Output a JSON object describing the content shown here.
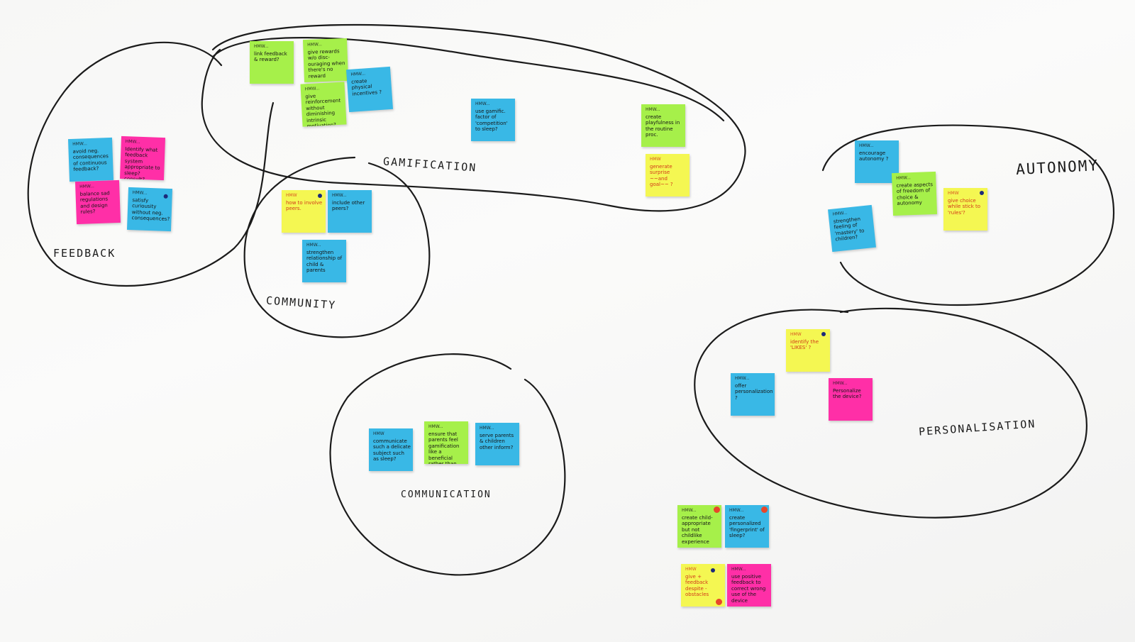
{
  "clusters": {
    "feedback": "FEEDBACK",
    "gamification": "GAMIFICATION",
    "community": "COMMUNITY",
    "autonomy": "AUTONOMY",
    "personalisation": "PERSONALISATION",
    "communication": "COMMUNICATION"
  },
  "notes": {
    "n1": {
      "hdr": "HMW...",
      "text": "link feedback & reward?"
    },
    "n2": {
      "hdr": "HMW...",
      "text": "give rewards w/o disc-ouraging when there's no reward"
    },
    "n3": {
      "hdr": "HMW...",
      "text": "create physical incentives ?"
    },
    "n4": {
      "hdr": "HMW...",
      "text": "give reinforcement without diminishing intrinsic motivation?"
    },
    "n5": {
      "hdr": "HMW...",
      "text": "use gamific. factor of 'competition' to sleep?"
    },
    "n6": {
      "hdr": "HMW...",
      "text": "create playfulness in the routine proc."
    },
    "n7": {
      "hdr": "HMW",
      "text": "generate surprise ~~and goal~~ ?"
    },
    "n8": {
      "hdr": "HMW...",
      "text": "avoid neg. consequences of continuous feedback?"
    },
    "n9": {
      "hdr": "HMW...",
      "text": "Identify what feedback system appropriate to sleep? consult?"
    },
    "n10": {
      "hdr": "HMW...",
      "text": "balance sad regulations and design rules?"
    },
    "n11": {
      "hdr": "HMW...",
      "text": "satisfy curiousity without neg. consequences?"
    },
    "n12": {
      "hdr": "HMW",
      "text": "how to involve peers."
    },
    "n13": {
      "hdr": "HMW...",
      "text": "include other peers?"
    },
    "n14": {
      "hdr": "HMW...",
      "text": "strengthen relationship of child & parents"
    },
    "n15": {
      "hdr": "HMW...",
      "text": "encourage autonomy ?"
    },
    "n16": {
      "hdr": "HMW...",
      "text": "create aspects of freedom of choice & autonomy"
    },
    "n17": {
      "hdr": "HMW",
      "text": "give choice while stick to 'rules'?"
    },
    "n18": {
      "hdr": "HMW...",
      "text": "strengthen feeling of 'mastery' to children?"
    },
    "n19": {
      "hdr": "HMW",
      "text": "identify the 'LIKES' ?"
    },
    "n20": {
      "hdr": "HMW...",
      "text": "offer personalization ?"
    },
    "n21": {
      "hdr": "HMW...",
      "text": "Personalize the device?"
    },
    "n22": {
      "hdr": "HMW",
      "text": "communicate such a delicate subject such as sleep?"
    },
    "n23": {
      "hdr": "HMW...",
      "text": "ensure that parents feel gamification like a beneficial rather than..."
    },
    "n24": {
      "hdr": "HMW...",
      "text": "serve parents & children other inform?"
    },
    "n25": {
      "hdr": "HMW...",
      "text": "create child-appropriate but not childlike experience"
    },
    "n26": {
      "hdr": "HMW...",
      "text": "create personalized 'fingerprint' of sleep?"
    },
    "n27": {
      "hdr": "HMW",
      "text": "give + feedback despite - obstacles"
    },
    "n28": {
      "hdr": "HMW...",
      "text": "use positive feedback to correct wrong use of the device"
    }
  },
  "colors": {
    "green": "#a6f04a",
    "blue": "#39b8e6",
    "pink": "#ff2fa7",
    "yellow": "#f4f752",
    "marker_navy": "#1c2a7a",
    "marker_red": "#e8462a"
  }
}
